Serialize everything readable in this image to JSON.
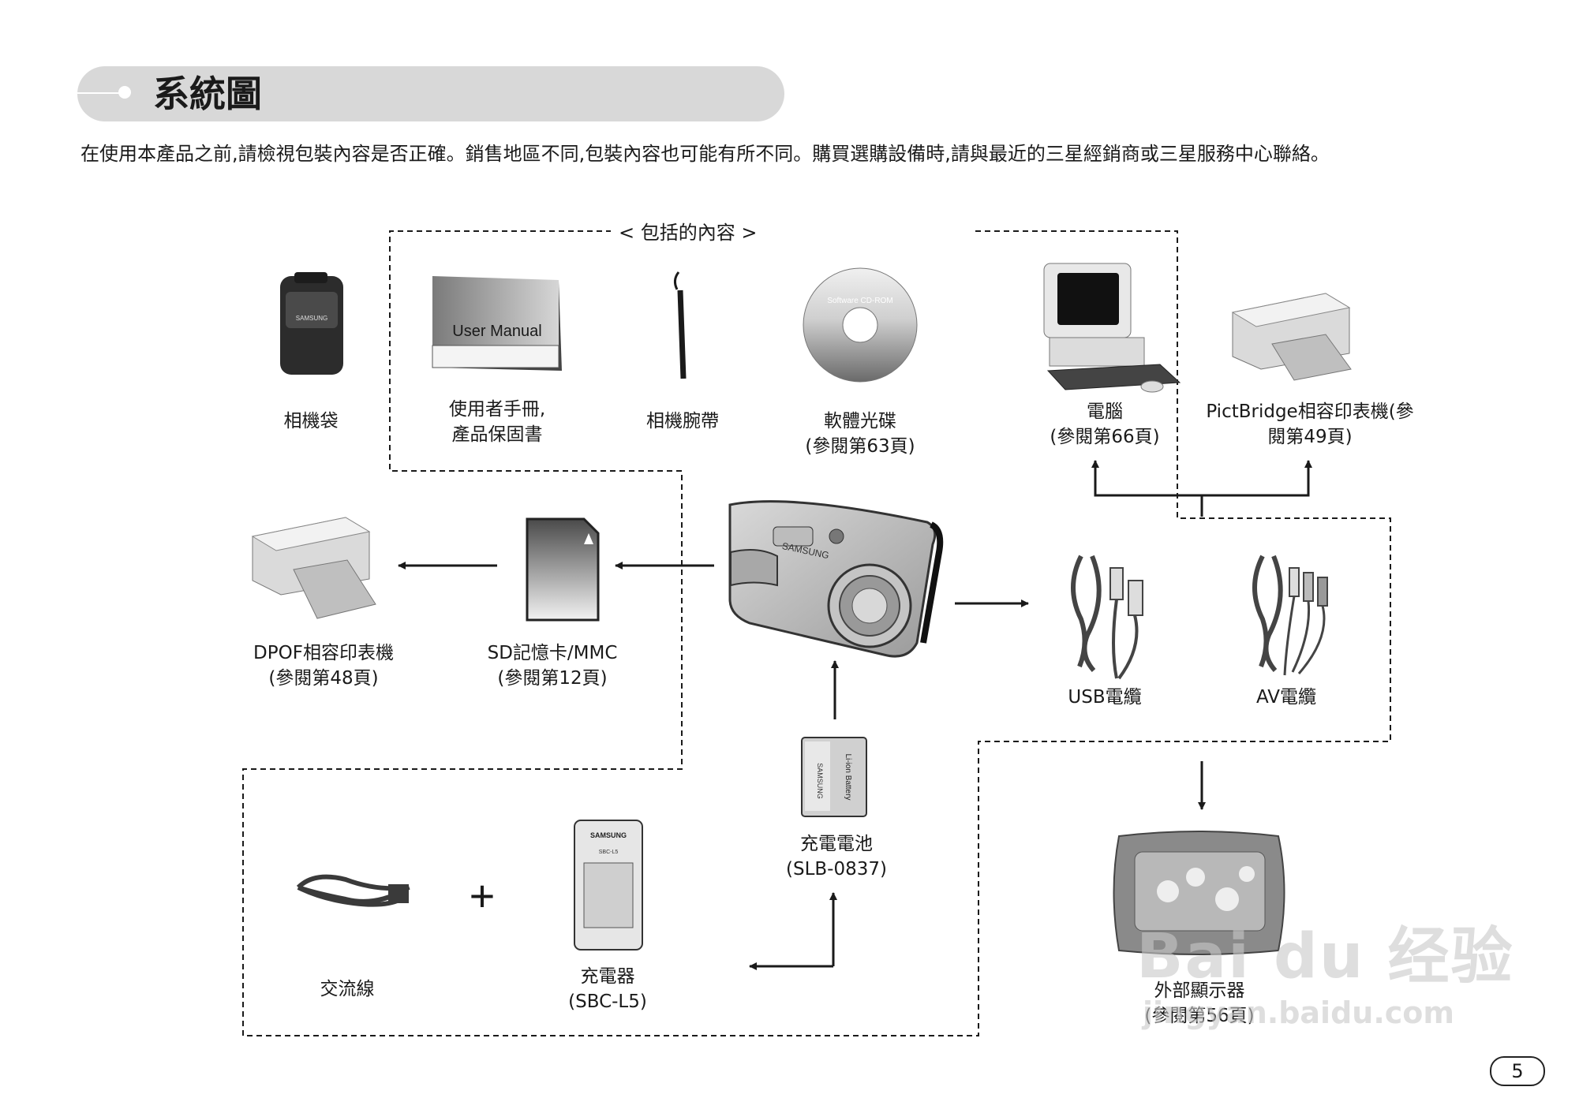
{
  "header": {
    "title": "系統圖"
  },
  "intro": "在使用本產品之前,請檢視包裝內容是否正確。銷售地區不同,包裝內容也可能有所不同。購買選購設備時,請與最近的三星經銷商或三星服務中心聯絡。",
  "included_box": {
    "label": "< 包括的內容 >"
  },
  "items": {
    "camera_case": {
      "caption": "相機袋",
      "brand": "SAMSUNG"
    },
    "manual": {
      "caption_line1": "使用者手冊,",
      "caption_line2": "產品保固書",
      "cover_text": "User Manual"
    },
    "strap": {
      "caption": "相機腕帶"
    },
    "cd": {
      "caption_line1": "軟體光碟",
      "caption_line2": "(參閱第63頁)",
      "disc_text": "Software CD-ROM"
    },
    "computer": {
      "caption_line1": "電腦",
      "caption_line2": "(參閱第66頁)"
    },
    "pictbridge": {
      "caption_line1": "PictBridge相容印表機(參",
      "caption_line2": "閱第49頁)"
    },
    "dpof_printer": {
      "caption_line1": "DPOF相容印表機",
      "caption_line2": "(參閱第48頁)"
    },
    "sd_card": {
      "caption_line1": "SD記憶卡/MMC",
      "caption_line2": "(參閱第12頁)"
    },
    "camera": {
      "brand": "SAMSUNG"
    },
    "usb_cable": {
      "caption": "USB電纜"
    },
    "av_cable": {
      "caption": "AV電纜"
    },
    "battery": {
      "caption_line1": "充電電池",
      "caption_line2": "(SLB-0837)",
      "label_text": "Li-ion Battery",
      "brand": "SAMSUNG"
    },
    "ac_cord": {
      "caption": "交流線"
    },
    "plus_sign": "+",
    "charger": {
      "caption_line1": "充電器",
      "caption_line2": "(SBC-L5)",
      "brand": "SAMSUNG",
      "model": "SBC-L5"
    },
    "tv": {
      "caption_line1": "外部顯示器",
      "caption_line2": "(參閱第56頁)"
    }
  },
  "page_number": "5",
  "watermark": {
    "logo": "Bai du 经验",
    "url": "jingyan.baidu.com"
  },
  "colors": {
    "header_bar": "#d8d8d8",
    "line": "#1a1a1a"
  }
}
